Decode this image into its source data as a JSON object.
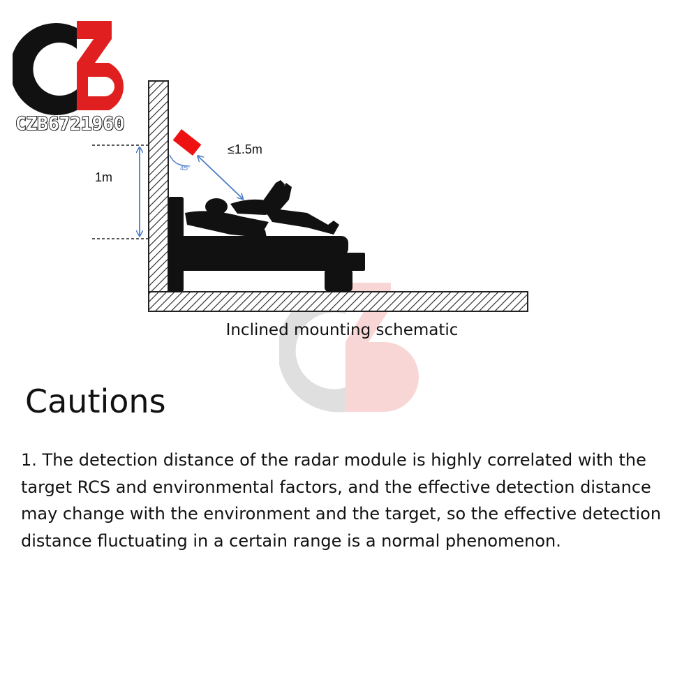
{
  "brand": {
    "logo_text": "CZB6721960",
    "colors": {
      "black": "#111111",
      "red": "#e02020"
    }
  },
  "diagram": {
    "label_distance": "≤1.5m",
    "label_height": "1m",
    "label_angle": "45°",
    "caption": "Inclined mounting schematic",
    "sensor_color": "#ee1111",
    "arrow_color": "#4a7bc8"
  },
  "cautions": {
    "title": "Cautions",
    "item_1": "1. The detection distance of the radar module is highly correlated with the target RCS and environmental factors, and the effective detection distance may change with the environment and the target, so the effective detection distance fluctuating in a certain range is a normal phenomenon."
  }
}
